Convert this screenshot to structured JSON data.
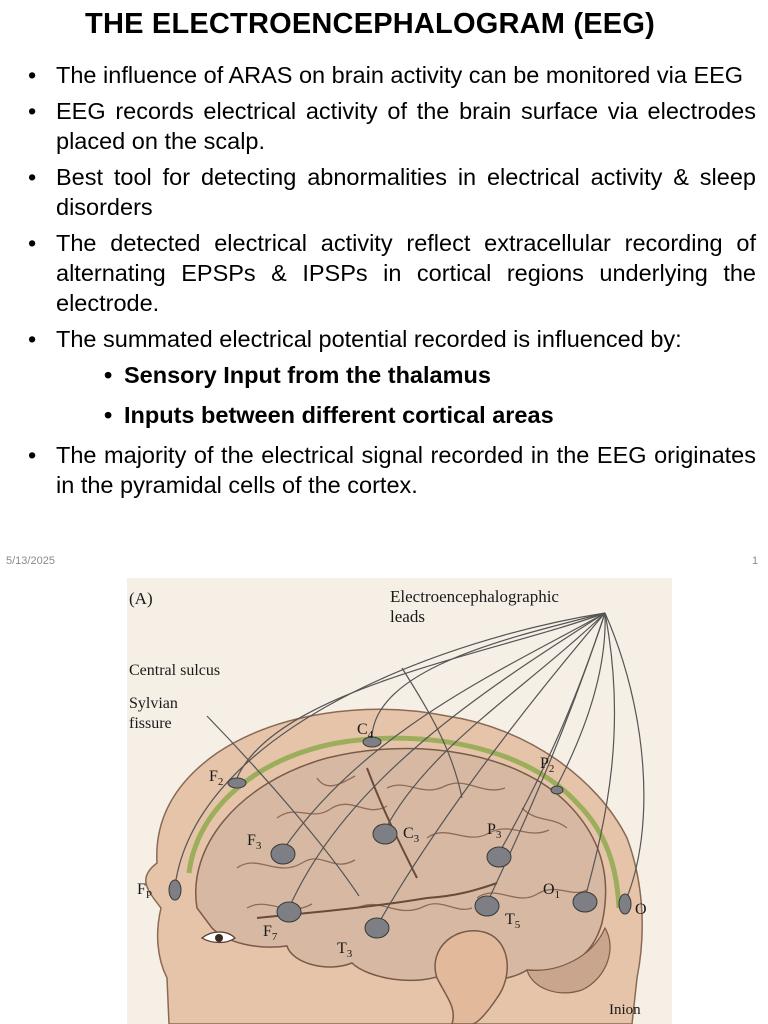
{
  "slide": {
    "title": "THE ELECTROENCEPHALOGRAM (EEG)",
    "bullets": [
      "The influence of ARAS on brain activity can be monitored via EEG",
      "EEG records electrical activity of the brain surface via electrodes placed on the scalp.",
      "Best tool for detecting abnormalities in electrical activity & sleep disorders",
      "The detected electrical activity reflect extracellular recording of alternating EPSPs & IPSPs in cortical regions underlying the electrode.",
      "The summated electrical potential recorded is influenced by:"
    ],
    "sub_bullets": [
      "Sensory Input from the thalamus",
      "Inputs between different cortical areas"
    ],
    "last_bullet": "The majority of the electrical signal recorded in the EEG originates in the pyramidal cells of the cortex.",
    "date": "5/13/2025",
    "page_number": "1"
  },
  "figure": {
    "panel_label": "(A)",
    "leads_label_line1": "Electroencephalographic",
    "leads_label_line2": "leads",
    "central_sulcus": "Central sulcus",
    "sylvian_line1": "Sylvian",
    "sylvian_line2": "fissure",
    "inion": "Inion",
    "electrodes": {
      "c4": "C",
      "c4_sub": "4",
      "f2": "F",
      "f2_sub": "2",
      "p2": "P",
      "p2_sub": "2",
      "f3": "F",
      "f3_sub": "3",
      "c3": "C",
      "c3_sub": "3",
      "p3": "P",
      "p3_sub": "3",
      "fp": "F",
      "fp_sub": "P",
      "o1": "O",
      "o1_sub": "1",
      "o": "O",
      "t5": "T",
      "t5_sub": "5",
      "f7": "F",
      "f7_sub": "7",
      "t3": "T",
      "t3_sub": "3"
    },
    "colors": {
      "brain": "#d7b9a3",
      "skin": "#e6c4a9",
      "skull_band": "#9cae5c",
      "electrode": "#7d7f84"
    }
  }
}
